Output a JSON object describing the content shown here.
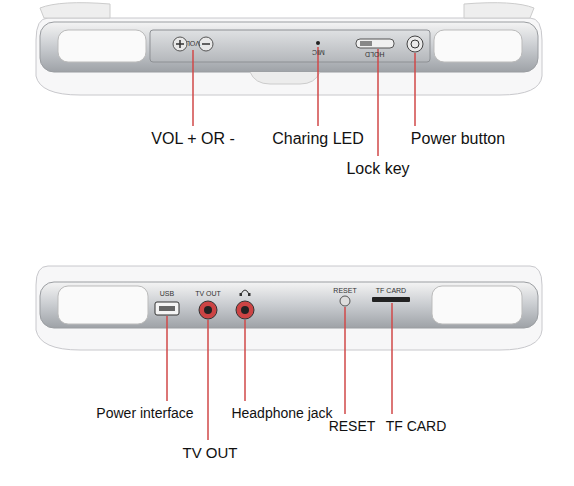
{
  "diagram": {
    "labels": [
      "VOL",
      "MIC",
      "HOLD",
      "VOL + OR -",
      "Charing LED",
      "Lock key",
      "Power button",
      "USB",
      "TV OUT",
      "RESET",
      "TF CARD",
      "Power interface",
      "TV OUT",
      "Headphone jack",
      "RESET",
      "TF CARD"
    ]
  }
}
